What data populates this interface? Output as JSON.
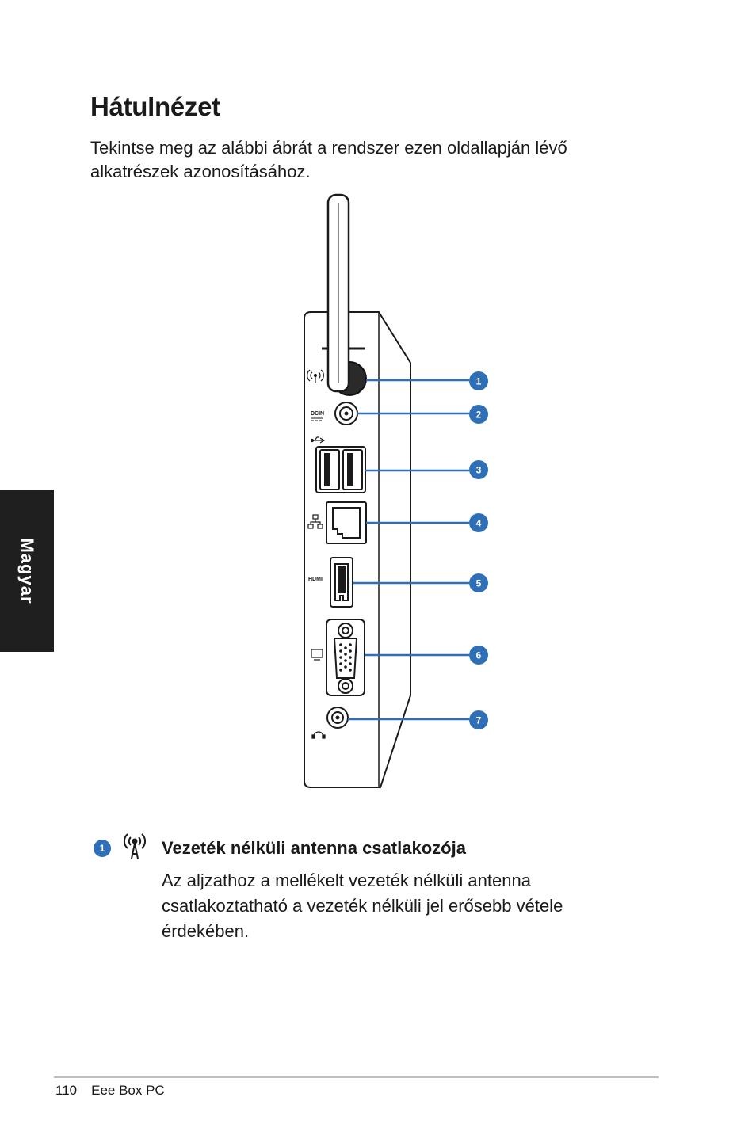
{
  "title": "Hátulnézet",
  "intro": "Tekintse meg az alábbi ábrát a rendszer ezen oldallapján lévő alkatrészek azonosításához.",
  "side_tab": "Magyar",
  "figure": {
    "callouts": [
      "1",
      "2",
      "3",
      "4",
      "5",
      "6",
      "7"
    ],
    "port_labels": {
      "dcin": "DCIN",
      "hdmi": "HDMI"
    },
    "accent_color": "#2f6fb7"
  },
  "item": {
    "number": "1",
    "title": "Vezeték nélküli antenna csatlakozója",
    "description": "Az aljzathoz a mellékelt vezeték nélküli antenna csatlakoztatható a vezeték nélküli jel erősebb vétele érdekében."
  },
  "footer": {
    "page": "110",
    "product": "Eee Box PC"
  }
}
